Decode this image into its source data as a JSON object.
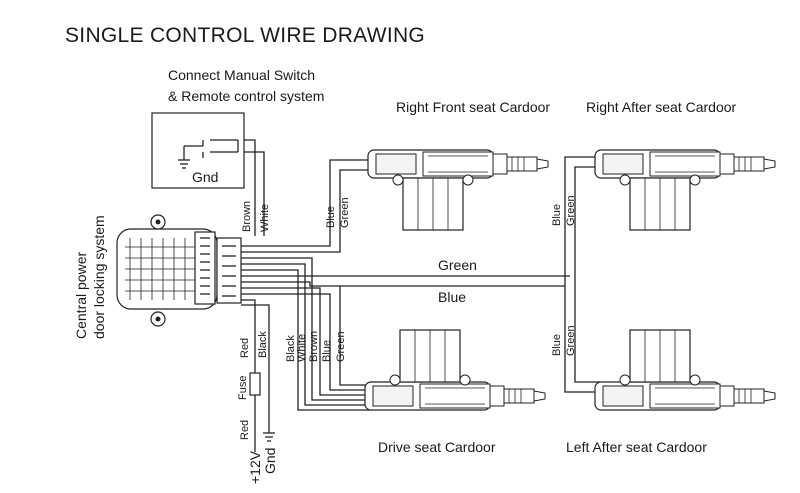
{
  "title": "SINGLE  CONTROL  WIRE DRAWING",
  "switch_box": {
    "caption_line1": "Connect Manual Switch",
    "caption_line2": "& Remote control system",
    "gnd_label": "Gnd"
  },
  "control_unit": {
    "label_line1": "Central power",
    "label_line2": "door locking system"
  },
  "actuators": {
    "right_front": "Right Front seat Cardoor",
    "right_after": "Right After seat Cardoor",
    "drive": "Drive  seat  Cardoor",
    "left_after": "Left After  seat  Cardoor"
  },
  "wires": {
    "switch_brown": "Brown",
    "switch_white": "White",
    "main_green": "Green",
    "main_blue": "Blue",
    "rf_blue": "Blue",
    "rf_green": "Green",
    "ra_blue": "Blue",
    "ra_green": "Green",
    "la_blue": "Blue",
    "la_green": "Green",
    "drive_black": "Black",
    "drive_white": "White",
    "drive_brown": "Brown",
    "drive_blue": "Blue",
    "drive_green": "Green",
    "power_red_top": "Red",
    "power_black": "Black",
    "fuse": "Fuse",
    "power_red_bottom": "Red",
    "plus12v": "+12V",
    "gnd": "Gnd"
  }
}
